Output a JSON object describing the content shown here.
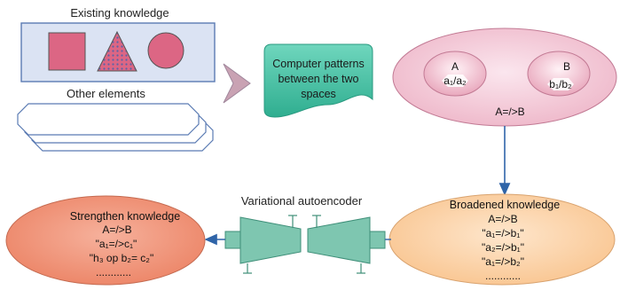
{
  "existing_knowledge": {
    "title": "Existing knowledge",
    "shapes": [
      "square-icon",
      "triangle-icon",
      "circle-icon"
    ]
  },
  "other_elements": {
    "title": "Other elements"
  },
  "arrow_icon": "chevron-right-icon",
  "computer_patterns": {
    "lines": [
      "Computer patterns",
      "between the two",
      "spaces"
    ]
  },
  "space_ellipse": {
    "a": {
      "label": "A",
      "value": "a₁/a₂"
    },
    "b": {
      "label": "B",
      "value": "b₁/b₂"
    },
    "relation": "A=/>B"
  },
  "broadened_knowledge": {
    "title": "Broadened knowledge",
    "lines": [
      "A=/>B",
      "\"a₁=/>b₁\"",
      "\"a₂=/>b₁\"",
      "\"a₁=/>b₂\"",
      "............"
    ]
  },
  "autoencoder": {
    "title": "Variational autoencoder"
  },
  "strengthen_knowledge": {
    "title": "Strengthen knowledge",
    "lines": [
      "A=/>B",
      "\"a₁=/>c₁\"",
      "\"h₃ op b₂= c₂\"",
      "............"
    ]
  },
  "colors": {
    "box_fill": "#dbe3f3",
    "box_stroke": "#5b7bb3",
    "shape_pink": "#dc6684",
    "teal": "#47c1a4",
    "pink_ellipse": "#f3c8d6",
    "peach_ellipse": "#fcd3a8",
    "salmon_ellipse": "#f0937a",
    "autoencoder": "#7ec6b0",
    "arrow_blue": "#2f64a8",
    "chevron": "#c9a2b3"
  }
}
